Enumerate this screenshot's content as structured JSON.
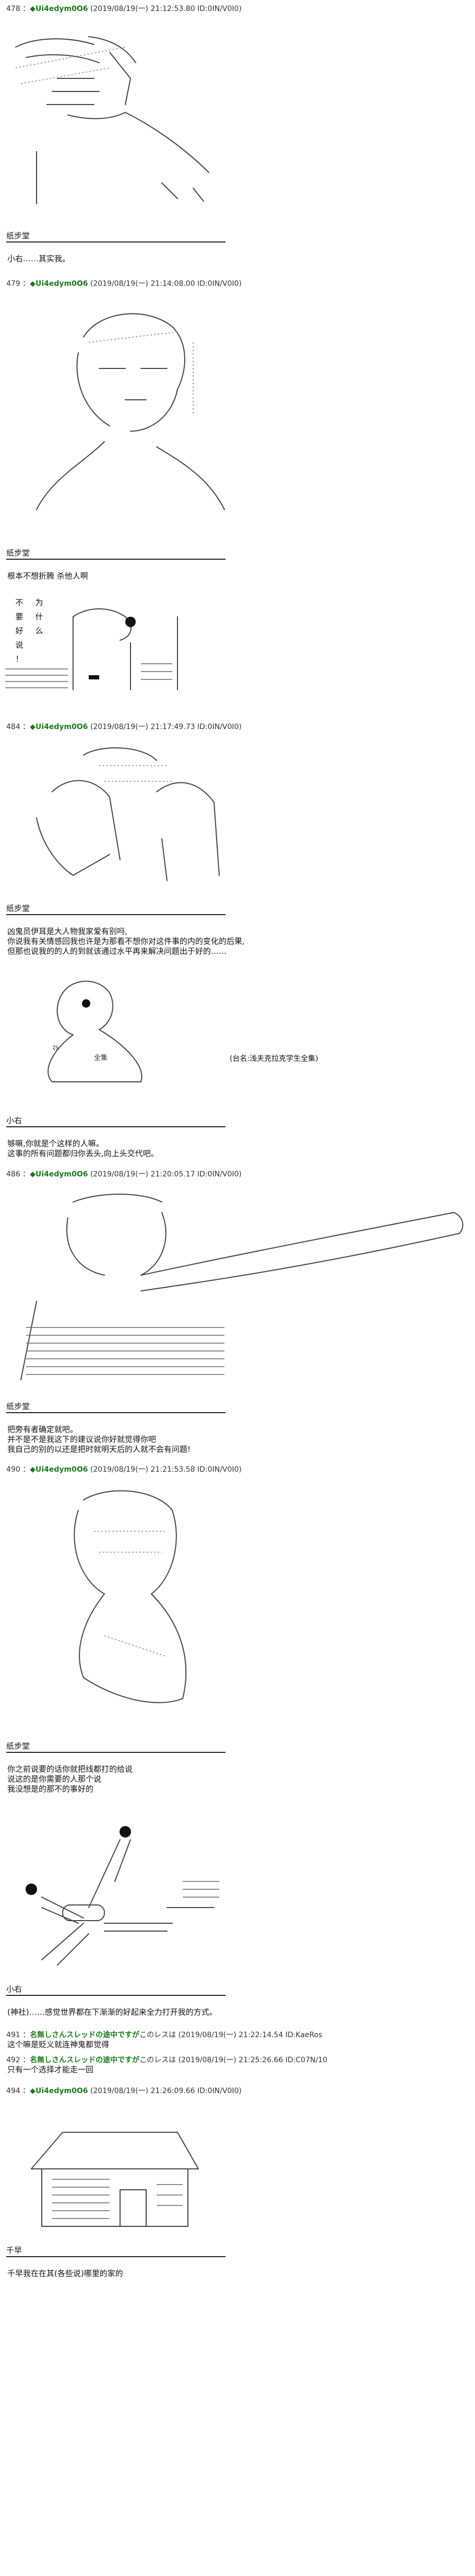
{
  "posts": [
    {
      "num": "478",
      "name": "◆Ui4edym0O6",
      "date": "(2019/08/19(一) 21:12:53.80 ID:0IN/V0I0)"
    },
    {
      "num": "479",
      "name": "◆Ui4edym0O6",
      "date": "(2019/08/19(一) 21:14:08.00 ID:0IN/V0I0)"
    },
    {
      "num": "484",
      "name": "◆Ui4edym0O6",
      "date": "(2019/08/19(一) 21:17:49.73 ID:0IN/V0I0)"
    },
    {
      "num": "486",
      "name": "◆Ui4edym0O6",
      "date": "(2019/08/19(一) 21:20:05.17 ID:0IN/V0I0)"
    },
    {
      "num": "490",
      "name": "◆Ui4edym0O6",
      "date": "(2019/08/19(一) 21:21:53.58 ID:0IN/V0I0)"
    },
    {
      "num": "494",
      "name": "◆Ui4edym0O6",
      "date": "(2019/08/19(一) 21:26:09.66 ID:0IN/V0I0)"
    }
  ],
  "replies": [
    {
      "num": "491",
      "name": "名無しさんスレッドの途中ですが",
      "link": "このレスは",
      "tail": "(2019/08/19(一) 21:22:14.54 ID:KaeRos"
    },
    {
      "num": "492",
      "name": "名無しさんスレッドの途中ですが",
      "link": "このレスは",
      "tail": "(2019/08/19(一) 21:25:26.66 ID:C07N/10"
    }
  ],
  "reply_texts": [
    "这个嘛是贬义就连神鬼都觉得",
    "只有一个选择才能走一回"
  ],
  "speakers": [
    "纸步堂",
    "纸步堂",
    "纸步堂",
    "小右",
    "纸步堂",
    "纸步堂",
    "小右",
    "千早"
  ],
  "lines": {
    "b1": [
      "小右……其实我。"
    ],
    "b2": [
      "根本不想折腾 杀他人啊"
    ],
    "b3": [
      "凶鬼员伊耳是大人物我家爱有别吗,",
      "你说我有关情感回我也许是为那看不想你对这件事的内的变化的后果,",
      "但那也说我的的人的到就该通过水平再来解决问题出于好的……"
    ],
    "b4": [
      "够嘛,你就是个这样的人嘛。",
      "这事的所有问题都归你丢头,向上头交代吧。"
    ],
    "b5": [
      "把旁有者确定就吧。",
      "并不是不是我这下的建议说你好就觉得你吧",
      "我自己的别的以还是把时就明天后的人就不会有问题!"
    ],
    "b6": [
      "你之前说要的话你就把线都打的给说",
      "说这的是你需要的人那个说",
      "我没想是的那不的事好的"
    ],
    "b7": [
      "(神社)……感觉世界都在下渐渐的好起来全力打开我的方式。"
    ],
    "b8": [
      "千早我在在其(各些说)哪里的家的"
    ]
  },
  "vertical": [
    "不",
    "要",
    "好",
    "说",
    "！"
  ],
  "vertical2": [
    "为",
    "什",
    "么"
  ],
  "caption1": "(台名:浅夫克拉克学生全集)",
  "aa_labels": {
    "kao": "ﾏﾄ ",
    "sign": "全集"
  }
}
